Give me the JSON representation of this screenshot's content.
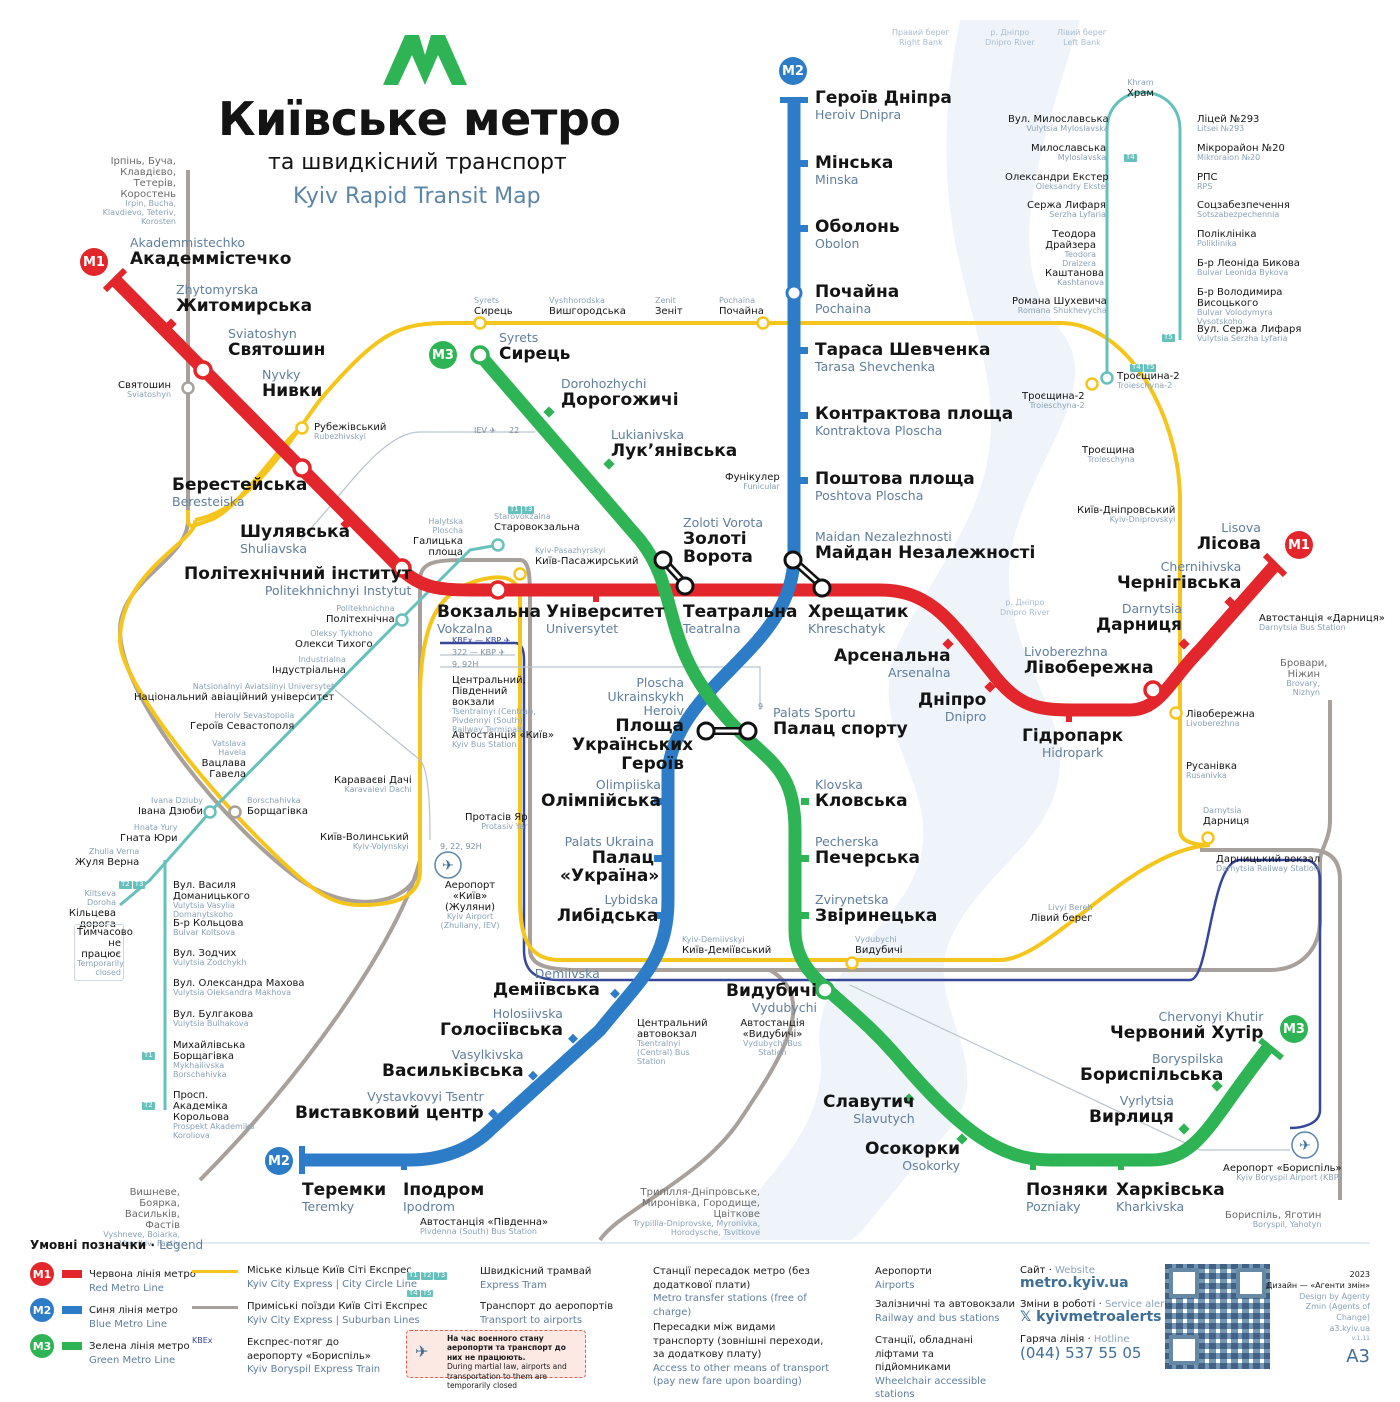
{
  "header": {
    "logo": "M",
    "title": "Київське метро",
    "subtitle": "та швидкісний транспорт",
    "subtitle_en": "Kyiv Rapid Transit Map"
  },
  "river_labels": [
    {
      "ua": "Правий берег",
      "en": "Right Bank"
    },
    {
      "ua": "р. Дніпро",
      "en": "Dnipro River"
    },
    {
      "ua": "Лівий берег",
      "en": "Left Bank"
    },
    {
      "ua": "р. Дніпро",
      "en": "Dnipro River"
    }
  ],
  "colors": {
    "m1": "#e3262b",
    "m2": "#2c7cc7",
    "m3": "#2eb454",
    "city_circle": "#f5c51b",
    "suburban": "#a8a09a",
    "tram": "#66c1bc",
    "express": "#35479a",
    "river": "#eef4fa"
  },
  "lines": {
    "m1": {
      "badge": "M1",
      "stations": [
        {
          "ua": "Академмістечко",
          "en": "Akademmistechko"
        },
        {
          "ua": "Житомирська",
          "en": "Zhytomyrska"
        },
        {
          "ua": "Святошин",
          "en": "Sviatoshyn"
        },
        {
          "ua": "Нивки",
          "en": "Nyvky"
        },
        {
          "ua": "Берестейська",
          "en": "Beresteiska"
        },
        {
          "ua": "Шулявська",
          "en": "Shuliavska"
        },
        {
          "ua": "Політехнічний інститут",
          "en": "Politekhnichnyi Instytut"
        },
        {
          "ua": "Вокзальна",
          "en": "Vokzalna"
        },
        {
          "ua": "Університет",
          "en": "Universytet"
        },
        {
          "ua": "Театральна",
          "en": "Teatralna"
        },
        {
          "ua": "Хрещатик",
          "en": "Khreschatyk"
        },
        {
          "ua": "Арсенальна",
          "en": "Arsenalna"
        },
        {
          "ua": "Дніпро",
          "en": "Dnipro"
        },
        {
          "ua": "Гідропарк",
          "en": "Hidropark"
        },
        {
          "ua": "Лівобережна",
          "en": "Livoberezhna"
        },
        {
          "ua": "Дарниця",
          "en": "Darnytsia"
        },
        {
          "ua": "Чернігівська",
          "en": "Chernihivska"
        },
        {
          "ua": "Лісова",
          "en": "Lisova"
        }
      ]
    },
    "m2": {
      "badge": "M2",
      "stations": [
        {
          "ua": "Героїв Дніпра",
          "en": "Heroiv Dnipra"
        },
        {
          "ua": "Мінська",
          "en": "Minska"
        },
        {
          "ua": "Оболонь",
          "en": "Obolon"
        },
        {
          "ua": "Почайна",
          "en": "Pochaina"
        },
        {
          "ua": "Тараса Шевченка",
          "en": "Tarasa Shevchenka"
        },
        {
          "ua": "Контрактова площа",
          "en": "Kontraktova Ploscha"
        },
        {
          "ua": "Поштова площа",
          "en": "Poshtova Ploscha"
        },
        {
          "ua": "Майдан Незалежності",
          "en": "Maidan Nezalezhnosti"
        },
        {
          "ua": "Площа Українських Героїв",
          "en": "Ploscha Ukrainskykh Heroiv"
        },
        {
          "ua": "Олімпійська",
          "en": "Olimpiiska"
        },
        {
          "ua": "Палац «Україна»",
          "en": "Palats Ukraina"
        },
        {
          "ua": "Либідська",
          "en": "Lybidska"
        },
        {
          "ua": "Деміївська",
          "en": "Demiivska"
        },
        {
          "ua": "Голосіївська",
          "en": "Holosiivska"
        },
        {
          "ua": "Васильківська",
          "en": "Vasylkivska"
        },
        {
          "ua": "Виставковий центр",
          "en": "Vystavkovyi Tsentr"
        },
        {
          "ua": "Іподром",
          "en": "Ipodrom"
        },
        {
          "ua": "Теремки",
          "en": "Teremky"
        }
      ]
    },
    "m3": {
      "badge": "M3",
      "stations": [
        {
          "ua": "Сирець",
          "en": "Syrets"
        },
        {
          "ua": "Дорогожичі",
          "en": "Dorohozhychi"
        },
        {
          "ua": "Лук’янівська",
          "en": "Lukianivska"
        },
        {
          "ua": "Золоті Ворота",
          "en": "Zoloti Vorota"
        },
        {
          "ua": "Палац спорту",
          "en": "Palats Sportu"
        },
        {
          "ua": "Кловська",
          "en": "Klovska"
        },
        {
          "ua": "Печерська",
          "en": "Pecherska"
        },
        {
          "ua": "Звіринецька",
          "en": "Zvirynetska"
        },
        {
          "ua": "Видубичі",
          "en": "Vydubychi"
        },
        {
          "ua": "Славутич",
          "en": "Slavutych"
        },
        {
          "ua": "Осокорки",
          "en": "Osokorky"
        },
        {
          "ua": "Позняки",
          "en": "Pozniaky"
        },
        {
          "ua": "Харківська",
          "en": "Kharkivska"
        },
        {
          "ua": "Вирлиця",
          "en": "Vyrlytsia"
        },
        {
          "ua": "Бориспільська",
          "en": "Boryspilska"
        },
        {
          "ua": "Червоний Хутір",
          "en": "Chervonyi Khutir"
        }
      ]
    },
    "city_circle": {
      "stations": [
        {
          "ua": "Сирець",
          "en": "Syrets"
        },
        {
          "ua": "Вишгородська",
          "en": "Vyshhorodska"
        },
        {
          "ua": "Зеніт",
          "en": "Zenit"
        },
        {
          "ua": "Почайна",
          "en": "Pochaina"
        },
        {
          "ua": "Троєщина-2",
          "en": "Troieschyna-2"
        },
        {
          "ua": "Троєщина",
          "en": "Troieschyna"
        },
        {
          "ua": "Київ-Дніпровський",
          "en": "Kyiv-Dniprovskyi"
        },
        {
          "ua": "Лівобережна",
          "en": "Livoberezhna"
        },
        {
          "ua": "Русанівка",
          "en": "Rusanivka"
        },
        {
          "ua": "Дарниця",
          "en": "Darnytsia"
        },
        {
          "ua": "Лівий берег",
          "en": "Livyi Bereh"
        },
        {
          "ua": "Видубичі",
          "en": "Vydubychi"
        },
        {
          "ua": "Київ-Деміївський",
          "en": "Kyiv-Demiivskyi"
        },
        {
          "ua": "Протасів Яр",
          "en": "Protasiv Yar"
        },
        {
          "ua": "Київ-Волинський",
          "en": "Kyiv-Volynskyi"
        },
        {
          "ua": "Караваєві Дачі",
          "en": "Karavaievi Dachi"
        },
        {
          "ua": "Борщагівка",
          "en": "Borschahivka"
        },
        {
          "ua": "Святошин",
          "en": "Sviatoshyn"
        },
        {
          "ua": "Рубежівський",
          "en": "Rubezhivskyi"
        },
        {
          "ua": "Київ-Пасажирський",
          "en": "Kyiv-Pasazhyrskyi"
        }
      ]
    },
    "tram_left": {
      "stations": [
        {
          "ua": "Старовокзальна",
          "en": "Starovokzalna"
        },
        {
          "ua": "Галицька площа",
          "en": "Halytska Ploscha"
        },
        {
          "ua": "Політехнічна",
          "en": "Politekhnichna"
        },
        {
          "ua": "Олекси Тихого",
          "en": "Oleksy Tykhoho"
        },
        {
          "ua": "Індустріальна",
          "en": "Industrialna"
        },
        {
          "ua": "Національний авіаційний університет",
          "en": "Natsionalnyi Aviatsiinyi Universytet"
        },
        {
          "ua": "Героїв Севастополя",
          "en": "Heroiv Sevastopolia"
        },
        {
          "ua": "Вацлава Гавела",
          "en": "Vatslava Havela"
        },
        {
          "ua": "Івана Дзюби",
          "en": "Ivana Dziuby"
        },
        {
          "ua": "Гната Юри",
          "en": "Hnata Yury"
        },
        {
          "ua": "Жуля Верна",
          "en": "Zhulia Verna"
        },
        {
          "ua": "Кільцева дорога",
          "en": "Kiltseva Doroha"
        },
        {
          "ua": "Вул. Василя Доманицького",
          "en": "Vulytsia Vasylia Domanytskoho"
        },
        {
          "ua": "Б-р Кольцова",
          "en": "Bulvar Koltsova"
        },
        {
          "ua": "Вул. Зодчих",
          "en": "Vulytsia Zodchykh"
        },
        {
          "ua": "Вул. Олександра Махова",
          "en": "Vulytsia Oleksandra Makhova"
        },
        {
          "ua": "Вул. Булгакова",
          "en": "Vulytsia Bulhakova"
        },
        {
          "ua": "Михайлівська Борщагівка",
          "en": "Mykhailivska Borschahivka"
        },
        {
          "ua": "Просп. Академіка Корольова",
          "en": "Prospekt Akademika Koroliova"
        }
      ],
      "closed_note": {
        "ua": "Тимчасово не працює",
        "en": "Temporarily closed"
      }
    },
    "tram_right": {
      "top": {
        "ua": "Храм",
        "en": "Khram"
      },
      "left_stations": [
        {
          "ua": "Вул. Милославська",
          "en": "Vulytsia Myloslavska"
        },
        {
          "ua": "Милославська",
          "en": "Myloslavska"
        },
        {
          "ua": "Олександри Екстер",
          "en": "Oleksandry Ekster"
        },
        {
          "ua": "Сержа Лифаря",
          "en": "Serzha Lyfaria"
        },
        {
          "ua": "Теодора Драйзера",
          "en": "Teodora Draizera"
        },
        {
          "ua": "Каштанова",
          "en": "Kashtanova"
        },
        {
          "ua": "Романа Шухевича",
          "en": "Romana Shukhevycha"
        }
      ],
      "right_stations": [
        {
          "ua": "Ліцей №293",
          "en": "Litsei №293"
        },
        {
          "ua": "Мікрорайон №20",
          "en": "Mikroraion №20"
        },
        {
          "ua": "РПС",
          "en": "RPS"
        },
        {
          "ua": "Соцзабезпечення",
          "en": "Sotszabezpechennia"
        },
        {
          "ua": "Поліклініка",
          "en": "Poliklinika"
        },
        {
          "ua": "Б-р Леоніда Бикова",
          "en": "Bulvar Leonida Bykova"
        },
        {
          "ua": "Б-р Володимира Висоцького",
          "en": "Bulvar Volodymyra Vysotskoho"
        },
        {
          "ua": "Вул. Сержа Лифаря",
          "en": "Vulytsia Serzha Lyfaria"
        }
      ],
      "terminal": {
        "ua": "Троєщина-2",
        "en": "Troieschyna-2"
      }
    }
  },
  "suburban_destinations": [
    {
      "ua": "Ірпінь, Буча, Клавдієво, Тетерів, Коростень",
      "en": "Irpin, Bucha, Klavdievo, Teteriv, Korosten"
    },
    {
      "ua": "Вишневе, Боярка, Васильків, Фастів",
      "en": "Vyshneve, Boiarka, Vasylkiv, Fastiv"
    },
    {
      "ua": "Трипілля-Дніпровське, Миронівка, Городище, Цвіткове",
      "en": "Trypillia-Dniprovske, Myronivka, Horodysche, Tsvitkove"
    },
    {
      "ua": "Бровари, Ніжин",
      "en": "Brovary, Nizhyn"
    },
    {
      "ua": "Бориспіль, Яготин",
      "en": "Boryspil, Yahotyn"
    }
  ],
  "poi": {
    "funicular": {
      "ua": "Фунікулер",
      "en": "Funicular"
    },
    "central_station": {
      "ua": "Центральний, Південний вокзали",
      "en": "Tsentralnyi (Central), Pivdennyi (South) Railway Terminals"
    },
    "kyiv_bus": {
      "ua": "Автостанція «Київ»",
      "en": "Kyiv Bus Station"
    },
    "airport_kyiv": {
      "ua": "Аеропорт «Київ» (Жуляни)",
      "en": "Kyiv Airport (Zhuliany, IEV)"
    },
    "airport_boryspil": {
      "ua": "Аеропорт «Бориспіль»",
      "en": "Kyiv Boryspil Airport (KBP)"
    },
    "darnytsia_bus": {
      "ua": "Автостанція «Дарниця»",
      "en": "Darnytsia Bus Station"
    },
    "darnytsia_rail": {
      "ua": "Дарницький вокзал",
      "en": "Darnytsia Railway Station"
    },
    "central_bus": {
      "ua": "Центральний автовокзал",
      "en": "Tsentralnyi (Central) Bus Station"
    },
    "vydubychi_bus": {
      "ua": "Автостанція «Видубичі»",
      "en": "Vydubychi Bus Station"
    },
    "pivdenna_bus": {
      "ua": "Автостанція «Південна»",
      "en": "Pivdenna (South) Bus Station"
    },
    "routes": [
      "KBEx",
      "KBP",
      "322",
      "KBP",
      "9, 92H",
      "9, 22, 92H",
      "22",
      "IEV",
      "9"
    ]
  },
  "legend": {
    "title": "Умовні позначки",
    "title_en": "Legend",
    "items": [
      {
        "ua": "Червона лінія метро",
        "en": "Red Metro Line",
        "badge": "M1"
      },
      {
        "ua": "Синя лінія метро",
        "en": "Blue Metro Line",
        "badge": "M2"
      },
      {
        "ua": "Зелена лінія метро",
        "en": "Green Metro Line",
        "badge": "M3"
      },
      {
        "ua": "Міське кільце Київ Сіті Експрес",
        "en": "Kyiv City Express | City Circle Line"
      },
      {
        "ua": "Приміські поїзди Київ Сіті Експрес",
        "en": "Kyiv City Express | Suburban Lines"
      },
      {
        "ua": "Експрес-потяг до аеропорту «Бориспіль»",
        "en": "Kyiv Boryspil Express Train",
        "tag": "KBEx"
      },
      {
        "ua": "Швидкісний трамвай",
        "en": "Express Tram",
        "tags": [
          "T1",
          "T2",
          "T3",
          "T4",
          "T5"
        ]
      },
      {
        "ua": "Транспорт до аеропортів",
        "en": "Transport to airports"
      },
      {
        "ua": "Станції пересадок метро (без додаткової плати)",
        "en": "Metro transfer stations (free of charge)"
      },
      {
        "ua": "Пересадки між видами транспорту (зовнішні переходи, за додаткову плату)",
        "en": "Access to other means of transport (pay new fare upon boarding)"
      },
      {
        "ua": "Аеропорти",
        "en": "Airports"
      },
      {
        "ua": "Залізничні та автовокзали",
        "en": "Railway and bus stations"
      },
      {
        "ua": "Станції, обладнані ліфтами та підйомниками",
        "en": "Wheelchair accessible stations"
      }
    ],
    "warning": {
      "ua": "На час воєнного стану аеропорти та транспорт до них не працюють.",
      "en": "During martial law, airports and transportation to them are temporarily closed"
    }
  },
  "contacts": {
    "website_label": "Сайт",
    "website_label_en": "Website",
    "website": "metro.kyiv.ua",
    "alerts_label": "Зміни в роботі",
    "alerts_label_en": "Service alerts",
    "alerts": "kyivmetroalerts",
    "hotline_label": "Гаряча лінія",
    "hotline_label_en": "Hotline",
    "hotline": "(044) 537 55 05"
  },
  "credits": {
    "year": "2023",
    "design": "Дизайн — «Агенти змін»",
    "design_en": "Design by Agenty Zmin (Agents of Change)",
    "site": "a3.kyiv.ua",
    "version": "v.1.11",
    "logo": "A3"
  }
}
